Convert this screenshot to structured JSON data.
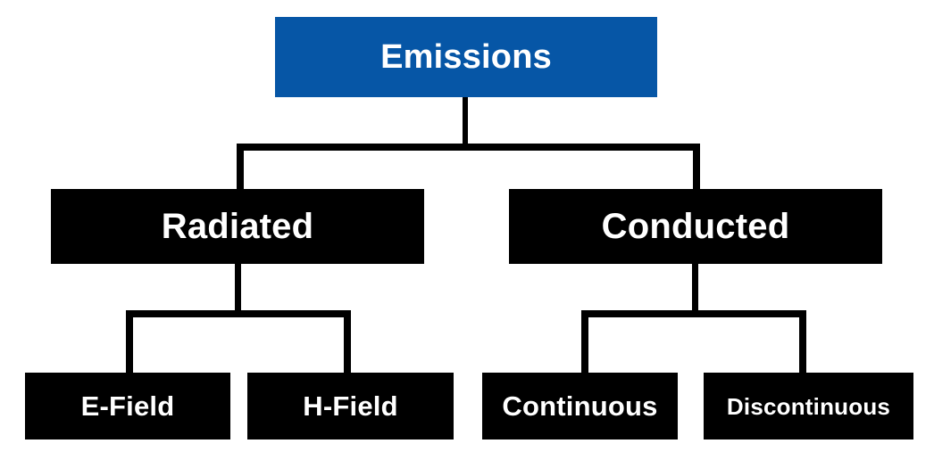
{
  "diagram": {
    "title": "Emissions",
    "type": "hierarchy-tree",
    "colors": {
      "root_fill": "#0656a6",
      "node_fill": "#000000",
      "node_text": "#ffffff",
      "connector": "#000000",
      "background": "#ffffff"
    },
    "root": {
      "label": "Emissions"
    },
    "level2": [
      {
        "label": "Radiated"
      },
      {
        "label": "Conducted"
      }
    ],
    "level3": {
      "radiated": [
        {
          "label": "E-Field"
        },
        {
          "label": "H-Field"
        }
      ],
      "conducted": [
        {
          "label": "Continuous"
        },
        {
          "label": "Discontinuous"
        }
      ]
    }
  }
}
